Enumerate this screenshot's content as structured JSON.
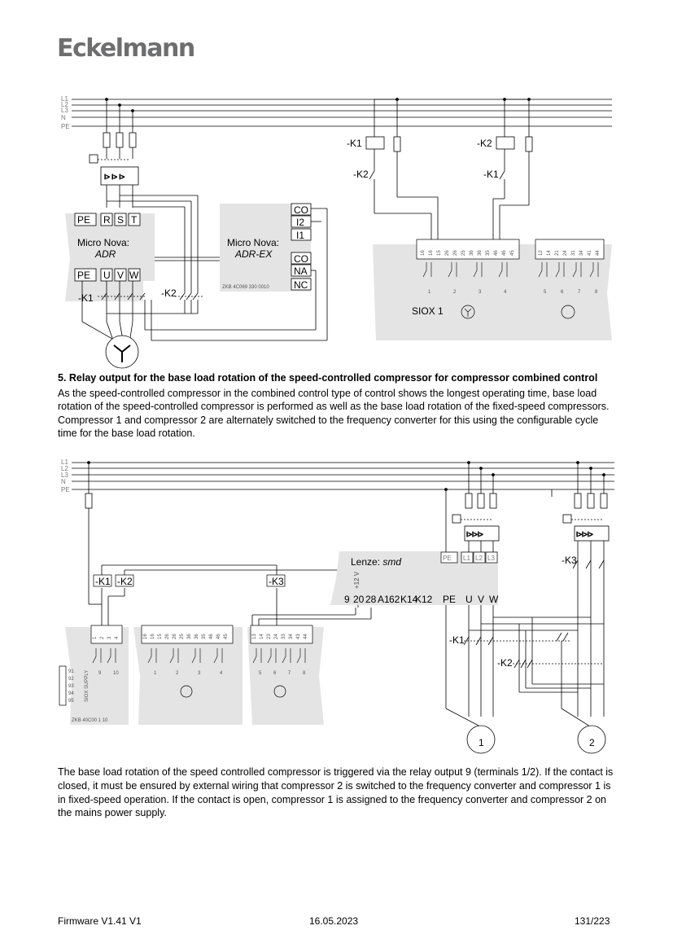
{
  "header": {
    "logo_text": "Eckelmann"
  },
  "diagram1": {
    "bus_labels": [
      "L1",
      "L2",
      "L3",
      "N",
      "PE"
    ],
    "contactors": [
      "-K1",
      "-K2"
    ],
    "adr": {
      "terminals_top": [
        "PE",
        "R",
        "S",
        "T"
      ],
      "title": "Micro Nova:",
      "subtitle": "ADR",
      "terminals_bottom": [
        "PE",
        "U",
        "V",
        "W"
      ]
    },
    "adr_ex": {
      "title": "Micro Nova:",
      "subtitle": "ADR-EX",
      "terminals": [
        "CO",
        "I2",
        "I1",
        "CO",
        "NA",
        "NC"
      ],
      "part_no": "ZKB 4C069 330 0010"
    },
    "siox": {
      "label": "SIOX 1",
      "terminal_nums_a": [
        "16",
        "16",
        "15",
        "26",
        "26",
        "25",
        "36",
        "36",
        "35",
        "46",
        "46",
        "45"
      ],
      "terminal_nums_b": [
        "12",
        "14",
        "21",
        "24",
        "31",
        "34",
        "41",
        "44"
      ],
      "relay_nums": [
        "1",
        "2",
        "3",
        "4",
        "5",
        "6",
        "7",
        "8"
      ]
    }
  },
  "section": {
    "heading": "5. Relay output for the base load rotation of the speed-controlled compressor for compressor combined control",
    "body": "As the speed-controlled compressor in the combined control type of control shows the longest operating time, base load rotation of the speed-controlled compressor is performed as well as the base load rotation of the fixed-speed compressors. Compressor 1 and compressor 2 are alternately switched to the frequency converter for this using the configurable cycle time for the base load rotation."
  },
  "diagram2": {
    "bus_labels": [
      "L1",
      "L2",
      "L3",
      "N",
      "PE"
    ],
    "contactors": [
      "-K1",
      "-K2",
      "-K3"
    ],
    "lenze": {
      "title": "Lenze: ",
      "model": "smd",
      "voltage": "+12 V",
      "terminals_top": [
        "PE",
        "L1",
        "L2",
        "L3"
      ],
      "terminals_bottom": [
        "9",
        "20",
        "28",
        "A1",
        "62",
        "K14",
        "K12",
        "PE",
        "U",
        "V",
        "W"
      ]
    },
    "siox_supply": {
      "label": "SIOX SUPPLY",
      "pins": [
        "91",
        "92",
        "93",
        "94",
        "95"
      ],
      "part_no": "ZKB 40C00 1 10"
    },
    "siox_nums_a": [
      "1",
      "2",
      "3",
      "4"
    ],
    "siox_nums_b": [
      "16",
      "16",
      "15",
      "26",
      "26",
      "25",
      "36",
      "36",
      "35",
      "46",
      "46",
      "45"
    ],
    "siox_nums_c": [
      "13",
      "14",
      "23",
      "24",
      "33",
      "34",
      "43",
      "44"
    ],
    "relay_nums": [
      "9",
      "10",
      "1",
      "2",
      "3",
      "4",
      "5",
      "6",
      "7",
      "8"
    ],
    "motors": [
      "1",
      "2"
    ]
  },
  "paragraph": "The base load rotation of the speed controlled compressor is triggered via the relay output 9 (terminals 1/2). If the contact is closed, it must be ensured by external wiring that compressor 2 is switched to the frequency converter and compressor 1 is in fixed-speed operation. If the contact is open, compressor 1 is assigned to the frequency converter and compressor 2 on the mains power supply.",
  "footer": {
    "firmware": "Firmware V1.41 V1",
    "date": "16.05.2023",
    "page": "131/223"
  }
}
